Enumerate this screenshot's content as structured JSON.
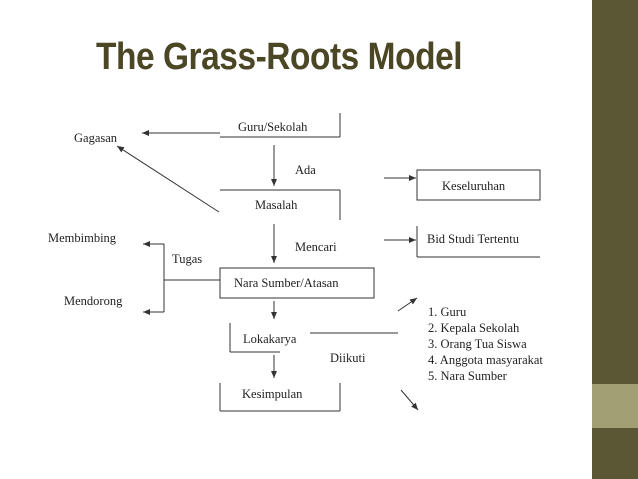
{
  "title": "The Grass-Roots Model",
  "colors": {
    "accent_dark": "#5b5634",
    "accent_light": "#a29f72",
    "title": "#4b4624"
  },
  "nodes": {
    "guru_sekolah": "Guru/Sekolah",
    "gagasan": "Gagasan",
    "ada": "Ada",
    "keseluruhan": "Keseluruhan",
    "masalah": "Masalah",
    "membimbing": "Membimbing",
    "tugas": "Tugas",
    "mencari": "Mencari",
    "bid_studi": "Bid Studi Tertentu",
    "nara_sumber_atasan": "Nara Sumber/Atasan",
    "mendorong": "Mendorong",
    "lokakarya": "Lokakarya",
    "diikuti": "Diikuti",
    "kesimpulan": "Kesimpulan"
  },
  "participants": [
    "1.  Guru",
    "2.  Kepala Sekolah",
    "3.  Orang Tua Siswa",
    "4.  Anggota masyarakat",
    "5.  Nara Sumber"
  ]
}
